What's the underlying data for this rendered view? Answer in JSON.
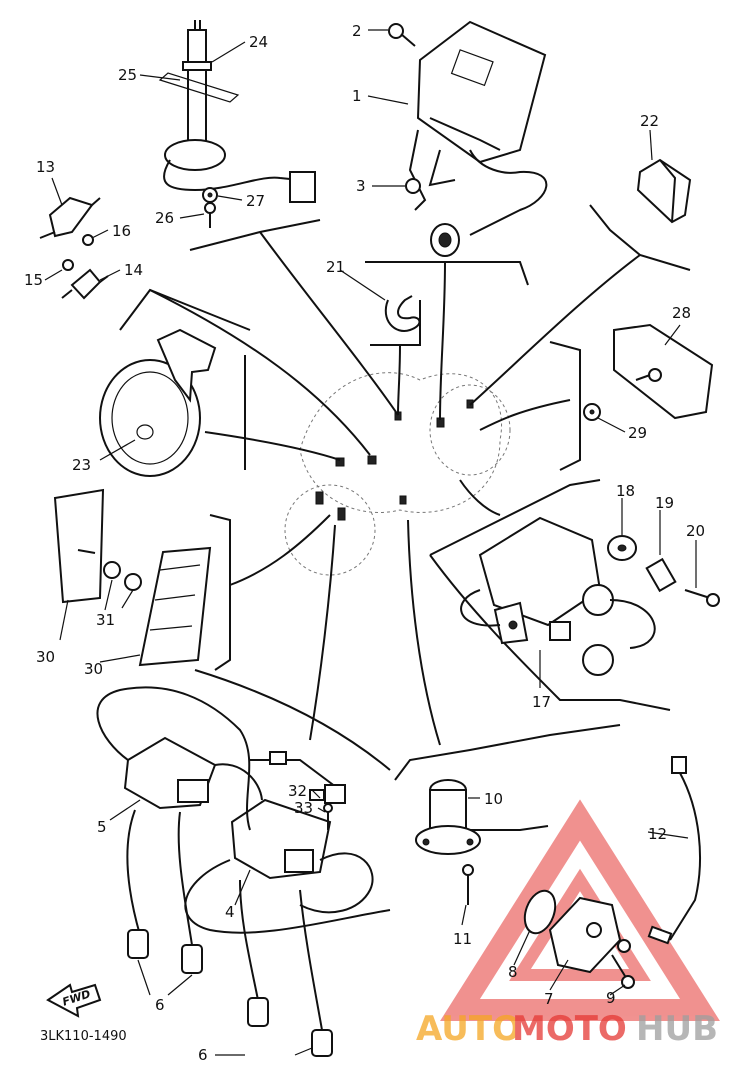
{
  "diagram": {
    "drawing_code": "3LK110-1490",
    "fwd_label": "FWD",
    "watermark": {
      "auto": "AUTO",
      "moto": "MOTO",
      "hub": "HUB"
    },
    "part_labels": {
      "p1": "1",
      "p2": "2",
      "p3": "3",
      "p4": "4",
      "p5": "5",
      "p6a": "6",
      "p6b": "6",
      "p7": "7",
      "p8": "8",
      "p9": "9",
      "p10": "10",
      "p11": "11",
      "p12": "12",
      "p13": "13",
      "p14": "14",
      "p15": "15",
      "p16": "16",
      "p17": "17",
      "p18": "18",
      "p19": "19",
      "p20": "20",
      "p21": "21",
      "p22": "22",
      "p23": "23",
      "p24": "24",
      "p25": "25",
      "p26": "26",
      "p27": "27",
      "p28": "28",
      "p29": "29",
      "p30a": "30",
      "p30b": "30",
      "p31": "31",
      "p32": "32",
      "p33": "33"
    },
    "colors": {
      "line": "#111111",
      "watermark_red": "#e53935",
      "watermark_orange": "#f5a623",
      "watermark_grey": "#9e9e9e"
    }
  }
}
